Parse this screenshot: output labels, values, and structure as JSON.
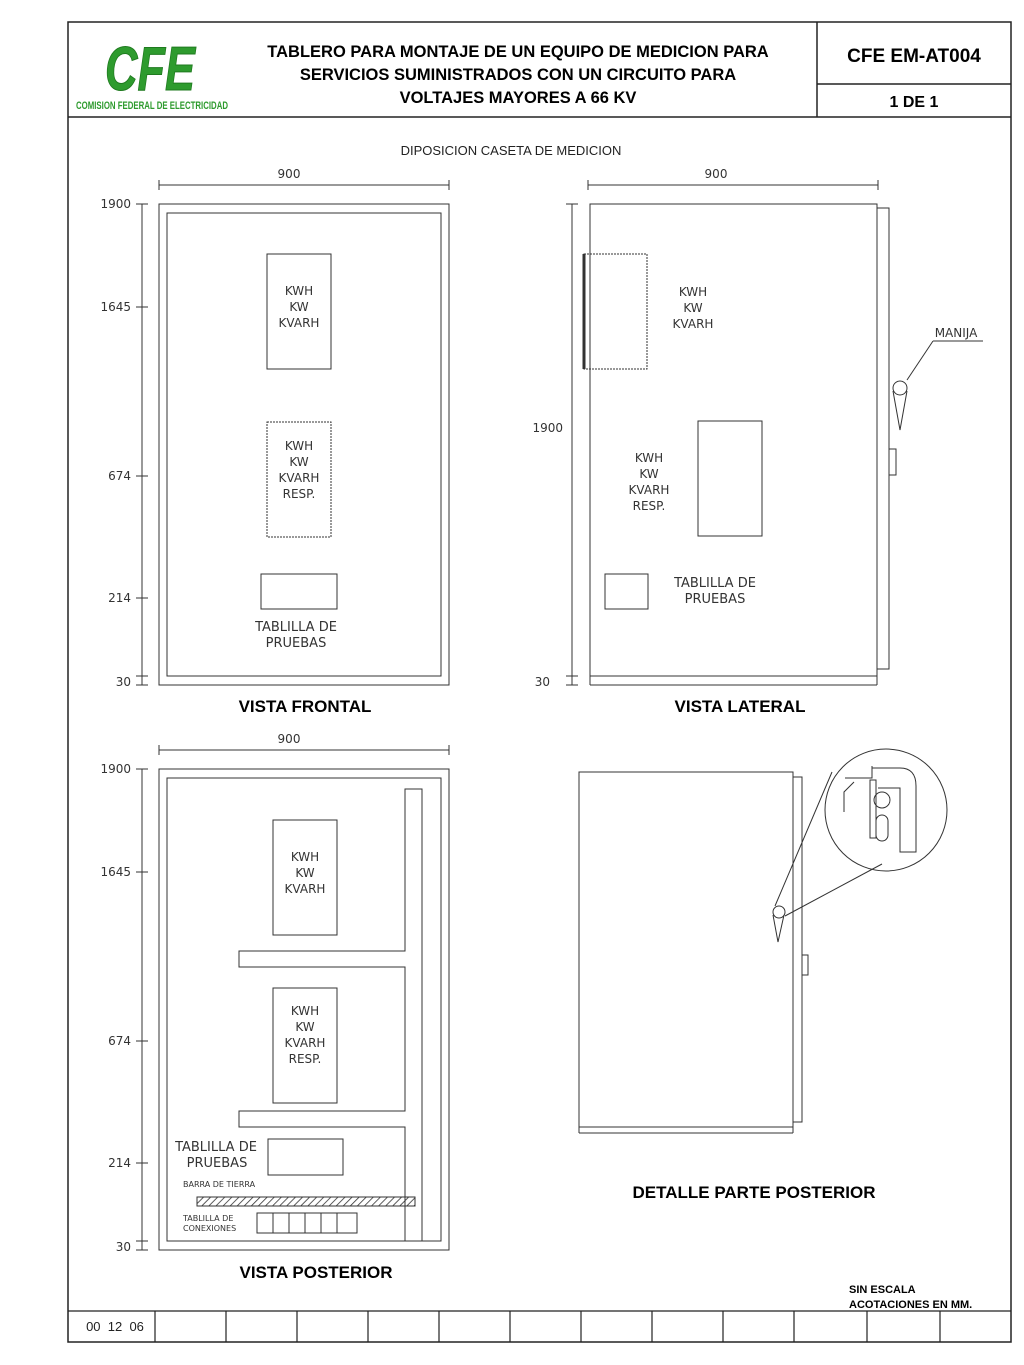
{
  "header": {
    "logo_text": "CFE",
    "logo_subtitle": "COMISION FEDERAL DE ELECTRICIDAD",
    "title_lines": [
      "TABLERO PARA MONTAJE DE UN EQUIPO DE MEDICION PARA",
      "SERVICIOS SUMINISTRADOS CON UN CIRCUITO PARA",
      "VOLTAJES MAYORES A 66 KV"
    ],
    "code": "CFE EM-AT004",
    "page": "1 DE 1"
  },
  "subtitle": "DIPOSICION CASETA DE MEDICION",
  "colors": {
    "logo_green": "#2e9b2e",
    "line": "#222222"
  },
  "views": {
    "frontal": {
      "caption": "VISTA FRONTAL",
      "width_dim": "900",
      "dims": [
        "1900",
        "1645",
        "674",
        "214",
        "30"
      ],
      "meter1": [
        "KWH",
        "KW",
        "KVARH"
      ],
      "meter2": [
        "KWH",
        "KW",
        "KVARH",
        "RESP."
      ],
      "test_block": [
        "TABLILLA DE",
        "PRUEBAS"
      ]
    },
    "lateral": {
      "caption": "VISTA LATERAL",
      "width_dim": "900",
      "height_dim": "1900",
      "bottom_dim": "30",
      "meter1": [
        "KWH",
        "KW",
        "KVARH"
      ],
      "meter2": [
        "KWH",
        "KW",
        "KVARH",
        "RESP."
      ],
      "test_block": [
        "TABLILLA DE",
        "PRUEBAS"
      ],
      "handle_label": "MANIJA"
    },
    "posterior": {
      "caption": "VISTA POSTERIOR",
      "width_dim": "900",
      "dims": [
        "1900",
        "1645",
        "674",
        "214",
        "30"
      ],
      "meter1": [
        "KWH",
        "KW",
        "KVARH"
      ],
      "meter2": [
        "KWH",
        "KW",
        "KVARH",
        "RESP."
      ],
      "test_block": [
        "TABLILLA DE",
        "PRUEBAS"
      ],
      "ground_bar": "BARRA DE TIERRA",
      "connections": [
        "TABLILLA DE",
        "CONEXIONES"
      ]
    },
    "detail": {
      "caption": "DETALLE PARTE POSTERIOR"
    }
  },
  "notes": [
    "SIN ESCALA",
    "ACOTACIONES EN MM."
  ],
  "footer": {
    "date": "00  12  06"
  }
}
